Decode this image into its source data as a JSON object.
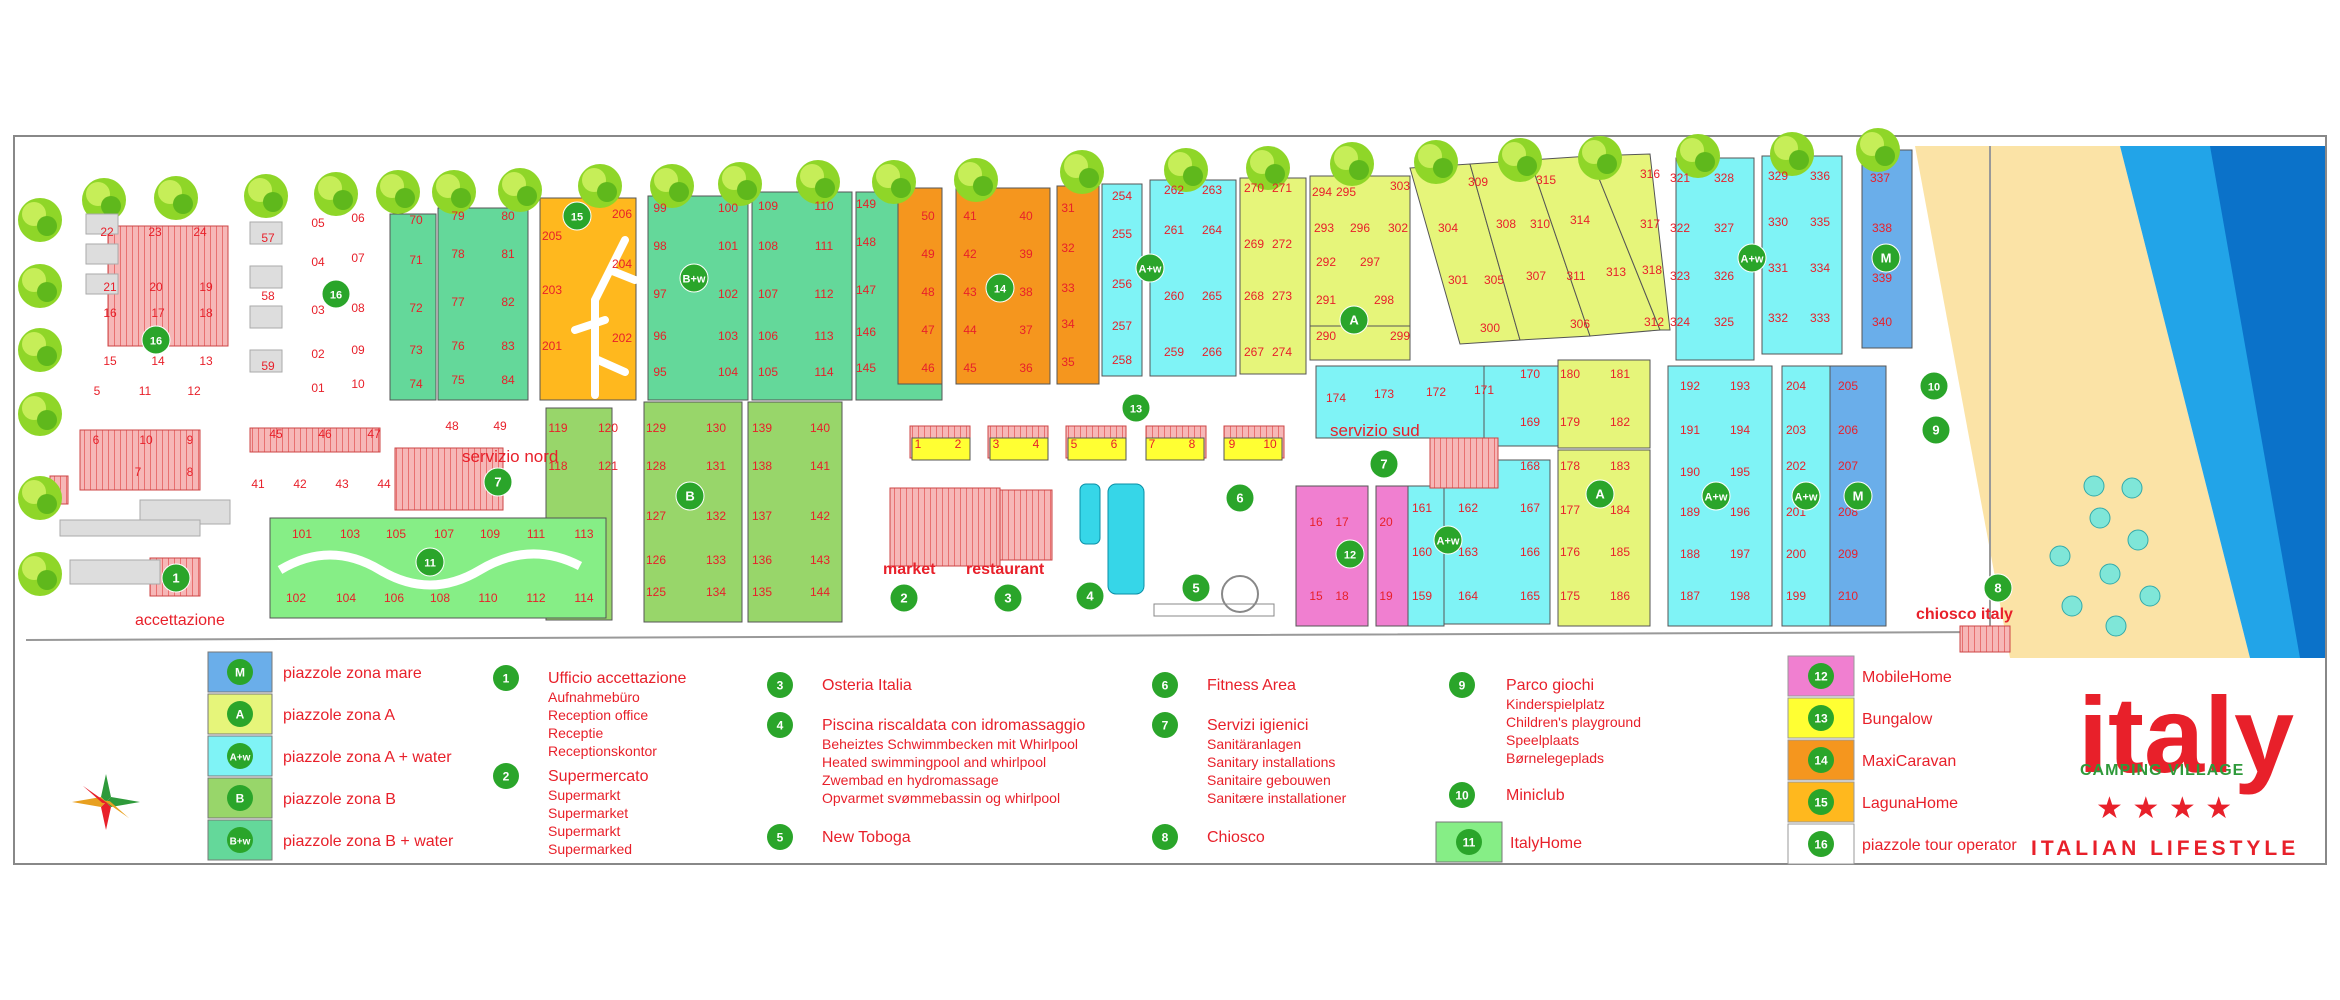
{
  "map": {
    "places": {
      "accettazione": "accettazione",
      "servizio_nord": "servizio nord",
      "servizio_sud": "servizio sud",
      "market": "market",
      "restaurant": "restaurant",
      "chiosco_italy": "chiosco italy"
    },
    "zone_badges": {
      "a": "A",
      "aw": "A+w",
      "b": "B",
      "bw": "B+w",
      "m": "M"
    }
  },
  "legend": {
    "zones": [
      {
        "badge": "M",
        "label": "piazzole zona mare",
        "color": "#6aaeea"
      },
      {
        "badge": "A",
        "label": "piazzole zona A",
        "color": "#e6f57a"
      },
      {
        "badge": "A+w",
        "label": "piazzole zona A + water",
        "color": "#7ff3f6"
      },
      {
        "badge": "B",
        "label": "piazzole zona B",
        "color": "#98d66a"
      },
      {
        "badge": "B+w",
        "label": "piazzole zona B + water",
        "color": "#64d89a"
      }
    ],
    "services_col1": [
      {
        "num": "1",
        "title": "Ufficio accettazione",
        "lines": [
          "Aufnahmebüro",
          "Reception office",
          "Receptie",
          "Receptionskontor"
        ]
      },
      {
        "num": "2",
        "title": "Supermercato",
        "lines": [
          "Supermarkt",
          "Supermarket",
          "Supermarkt",
          "Supermarked"
        ]
      }
    ],
    "services_col2": [
      {
        "num": "3",
        "title": "Osteria Italia",
        "lines": []
      },
      {
        "num": "4",
        "title": "Piscina riscaldata con idromassaggio",
        "lines": [
          "Beheiztes Schwimmbecken mit Whirlpool",
          "Heated swimmingpool and whirlpool",
          "Zwembad en hydromassage",
          "Opvarmet svømmebassin og whirlpool"
        ]
      },
      {
        "num": "5",
        "title": "New Toboga",
        "lines": []
      }
    ],
    "services_col3": [
      {
        "num": "6",
        "title": "Fitness Area",
        "lines": []
      },
      {
        "num": "7",
        "title": "Servizi igienici",
        "lines": [
          "Sanitäranlagen",
          "Sanitary installations",
          "Sanitaire gebouwen",
          "Sanitære installationer"
        ]
      },
      {
        "num": "8",
        "title": "Chiosco",
        "lines": []
      }
    ],
    "services_col4": [
      {
        "num": "9",
        "title": "Parco giochi",
        "lines": [
          "Kinderspielplatz",
          "Children's playground",
          "Speelplaats",
          "Børnelegeplads"
        ]
      },
      {
        "num": "10",
        "title": "Miniclub",
        "lines": []
      },
      {
        "num": "11",
        "title": "ItalyHome",
        "lines": []
      }
    ],
    "accommodations": [
      {
        "num": "12",
        "label": "MobileHome",
        "color": "#f07fd0"
      },
      {
        "num": "13",
        "label": "Bungalow",
        "color": "#ffff33"
      },
      {
        "num": "14",
        "label": "MaxiCaravan",
        "color": "#f5961e"
      },
      {
        "num": "15",
        "label": "LagunaHome",
        "color": "#ffb81e"
      },
      {
        "num": "16",
        "label": "piazzole tour operator",
        "color": "#ffffff"
      }
    ]
  },
  "brand": {
    "name": "italy",
    "sub": "CAMPING VILLAGE",
    "stars": "★ ★ ★ ★",
    "tagline": "ITALIAN LIFESTYLE",
    "color": "#e8202a",
    "green": "#2e9a3a"
  },
  "colors": {
    "mare": "#6aaeea",
    "zona_a": "#e6f57a",
    "zona_aw": "#7ff3f6",
    "zona_b": "#98d66a",
    "zona_bw": "#64d89a",
    "mobilehome": "#f07fd0",
    "bungalow": "#ffff33",
    "maxicaravan": "#f5961e",
    "lagunahome": "#ffb81e",
    "italyhome": "#86ee86",
    "badge": "#2aa52a",
    "sand": "#fbe3a6",
    "sea": "#22a4e8",
    "sea_dark": "#0b72c9",
    "label": "#e8202a"
  }
}
